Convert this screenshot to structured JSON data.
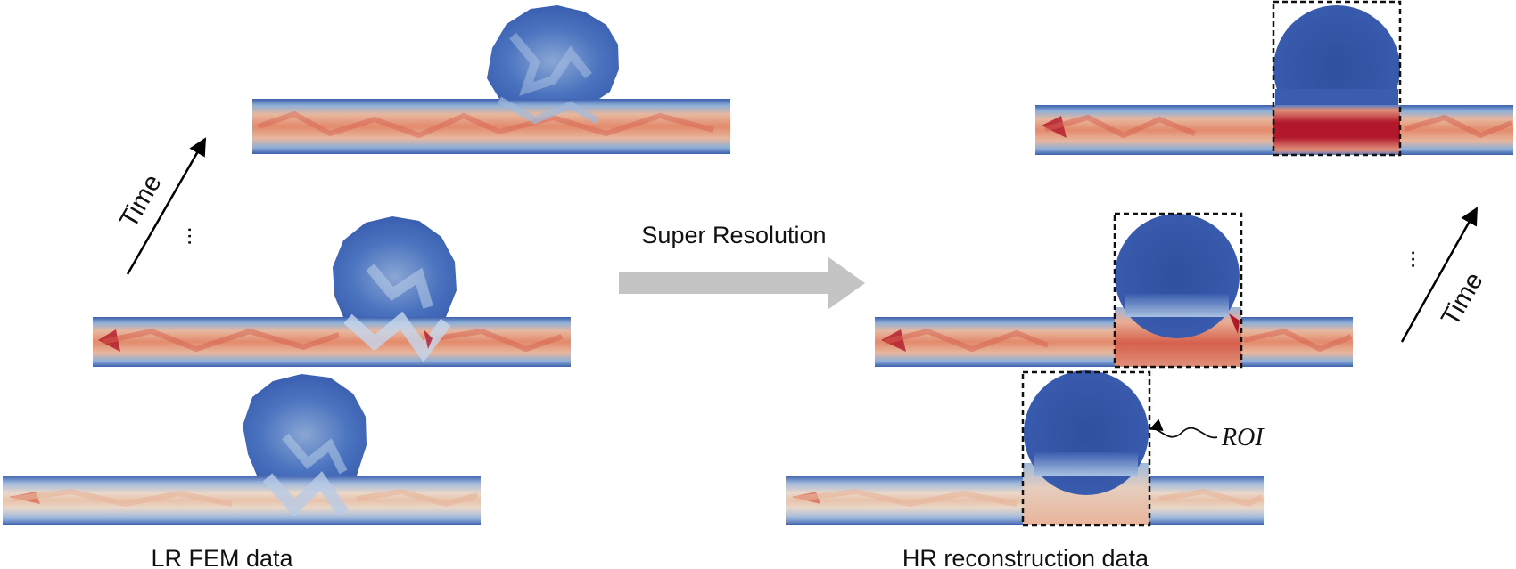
{
  "labels": {
    "lr_caption": "LR FEM data",
    "hr_caption": "HR reconstruction data",
    "process": "Super Resolution",
    "time_left": "Time",
    "time_right": "Time",
    "ellipsis": "...",
    "roi": "ROI"
  },
  "colors": {
    "deep_red": "#b2182b",
    "red": "#d6604d",
    "salmon": "#eba07f",
    "pale": "#ead8c9",
    "light_blue": "#8fb0d8",
    "blue": "#4a73bf",
    "deep_blue": "#2c4a9e",
    "arrow_gray": "#c4c4c4",
    "roi_box": "#111111"
  }
}
